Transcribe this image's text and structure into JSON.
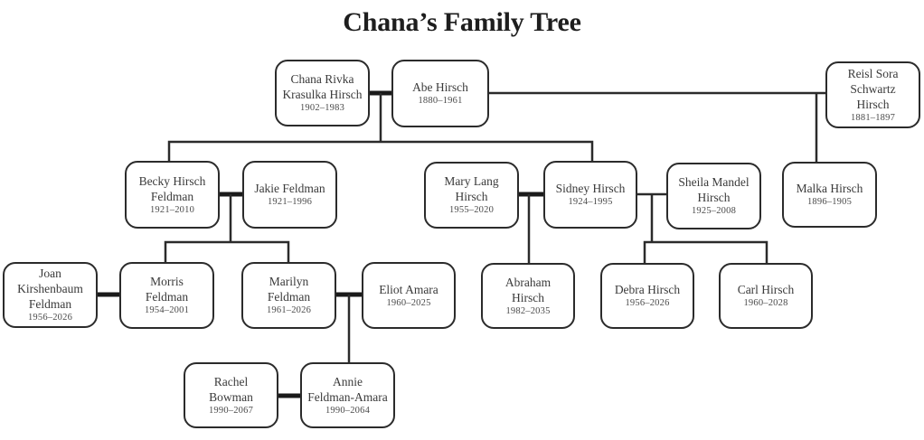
{
  "title": "Chana’s Family Tree",
  "people": {
    "chana": {
      "name": "Chana Rivka Krasulka Hirsch",
      "lines": [
        "Chana Rivka",
        "Krasulka Hirsch"
      ],
      "dates": "1902–1983"
    },
    "abe": {
      "name": "Abe Hirsch",
      "lines": [
        "Abe Hirsch"
      ],
      "dates": "1880–1961"
    },
    "reisl": {
      "name": "Reisl Sora Schwartz Hirsch",
      "lines": [
        "Reisl Sora",
        "Schwartz",
        "Hirsch"
      ],
      "dates": "1881–1897"
    },
    "becky": {
      "name": "Becky Hirsch Feldman",
      "lines": [
        "Becky Hirsch",
        "Feldman"
      ],
      "dates": "1921–2010"
    },
    "jakie": {
      "name": "Jakie Feldman",
      "lines": [
        "Jakie Feldman"
      ],
      "dates": "1921–1996"
    },
    "mary": {
      "name": "Mary Lang Hirsch",
      "lines": [
        "Mary Lang",
        "Hirsch"
      ],
      "dates": "1955–2020"
    },
    "sidney": {
      "name": "Sidney Hirsch",
      "lines": [
        "Sidney Hirsch"
      ],
      "dates": "1924–1995"
    },
    "sheila": {
      "name": "Sheila Mandel Hirsch",
      "lines": [
        "Sheila Mandel",
        "Hirsch"
      ],
      "dates": "1925–2008"
    },
    "malka": {
      "name": "Malka Hirsch",
      "lines": [
        "Malka Hirsch"
      ],
      "dates": "1896–1905"
    },
    "joan": {
      "name": "Joan Kirshenbaum Feldman",
      "lines": [
        "Joan",
        "Kirshenbaum",
        "Feldman"
      ],
      "dates": "1956–2026"
    },
    "morris": {
      "name": "Morris Feldman",
      "lines": [
        "Morris",
        "Feldman"
      ],
      "dates": "1954–2001"
    },
    "marilyn": {
      "name": "Marilyn Feldman",
      "lines": [
        "Marilyn",
        "Feldman"
      ],
      "dates": "1961–2026"
    },
    "eliot": {
      "name": "Eliot Amara",
      "lines": [
        "Eliot Amara"
      ],
      "dates": "1960–2025"
    },
    "abraham": {
      "name": "Abraham Hirsch",
      "lines": [
        "Abraham",
        "Hirsch"
      ],
      "dates": "1982–2035"
    },
    "debra": {
      "name": "Debra Hirsch",
      "lines": [
        "Debra Hirsch"
      ],
      "dates": "1956–2026"
    },
    "carl": {
      "name": "Carl Hirsch",
      "lines": [
        "Carl Hirsch"
      ],
      "dates": "1960–2028"
    },
    "rachel": {
      "name": "Rachel Bowman",
      "lines": [
        "Rachel",
        "Bowman"
      ],
      "dates": "1990–2067"
    },
    "annie": {
      "name": "Annie Feldman-Amara",
      "lines": [
        "Annie",
        "Feldman-Amara"
      ],
      "dates": "1990–2064"
    }
  },
  "marriages": [
    [
      "chana",
      "abe"
    ],
    [
      "abe",
      "reisl"
    ],
    [
      "becky",
      "jakie"
    ],
    [
      "mary",
      "sidney"
    ],
    [
      "sidney",
      "sheila"
    ],
    [
      "joan",
      "morris"
    ],
    [
      "marilyn",
      "eliot"
    ],
    [
      "rachel",
      "annie"
    ]
  ],
  "children": {
    "chana+abe": [
      "becky",
      "sidney"
    ],
    "abe+reisl": [
      "malka"
    ],
    "becky+jakie": [
      "morris",
      "marilyn"
    ],
    "mary+sidney": [
      "abraham"
    ],
    "sidney+sheila": [
      "debra",
      "carl"
    ],
    "marilyn+eliot": [
      "annie"
    ]
  }
}
